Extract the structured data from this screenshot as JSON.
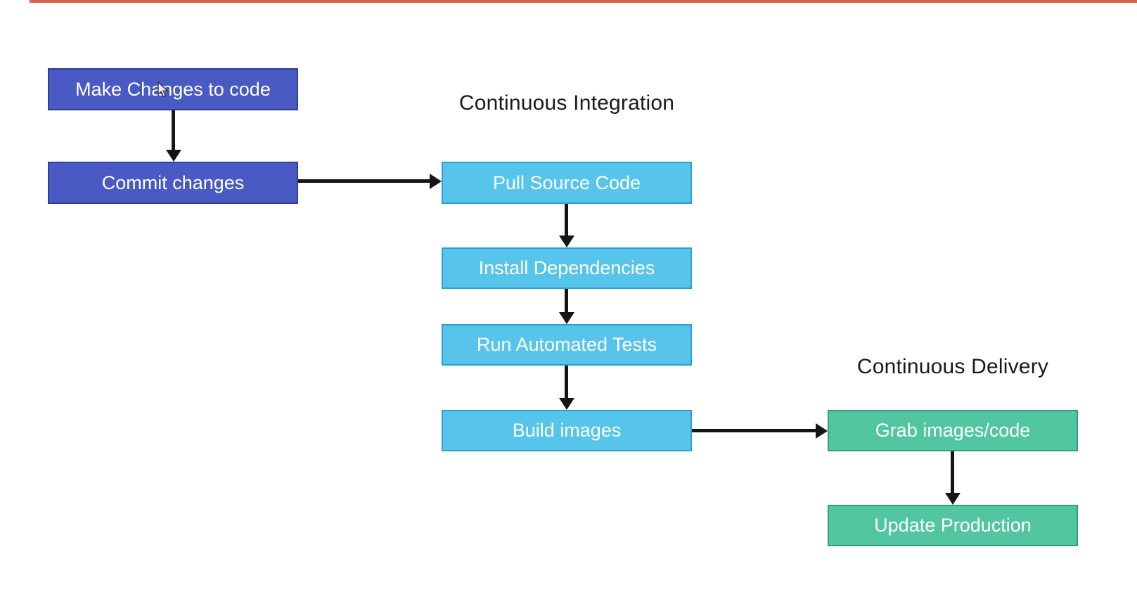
{
  "diagram": {
    "palette": {
      "background": "#ffffff",
      "top_accent": "#d9614f",
      "indigo_fill": "#4a5ac4",
      "indigo_border": "#2f3d96",
      "cyan_fill": "#57c5eb",
      "cyan_border": "#2b9fd1",
      "green_fill": "#52c6a1",
      "green_border": "#349d7f",
      "node_text": "#ffffff",
      "heading_text": "#1a1a1a",
      "arrow": "#151515"
    },
    "headings": [
      {
        "id": "continuous-integration",
        "text": "Continuous Integration"
      },
      {
        "id": "continuous-delivery",
        "text": "Continuous Delivery"
      }
    ],
    "nodes": [
      {
        "id": "make-changes",
        "label": "Make Changes to code",
        "color": "indigo",
        "section": ""
      },
      {
        "id": "commit-changes",
        "label": "Commit changes",
        "color": "indigo",
        "section": ""
      },
      {
        "id": "pull-source-code",
        "label": "Pull Source Code",
        "color": "cyan",
        "section": "Continuous Integration"
      },
      {
        "id": "install-dependencies",
        "label": "Install Dependencies",
        "color": "cyan",
        "section": "Continuous Integration"
      },
      {
        "id": "run-automated-tests",
        "label": "Run Automated Tests",
        "color": "cyan",
        "section": "Continuous Integration"
      },
      {
        "id": "build-images",
        "label": "Build images",
        "color": "cyan",
        "section": "Continuous Integration"
      },
      {
        "id": "grab-images-code",
        "label": "Grab images/code",
        "color": "green",
        "section": "Continuous Delivery"
      },
      {
        "id": "update-production",
        "label": "Update Production",
        "color": "green",
        "section": "Continuous Delivery"
      }
    ],
    "cursor": {
      "icon": "arrow-pointer-icon"
    }
  }
}
